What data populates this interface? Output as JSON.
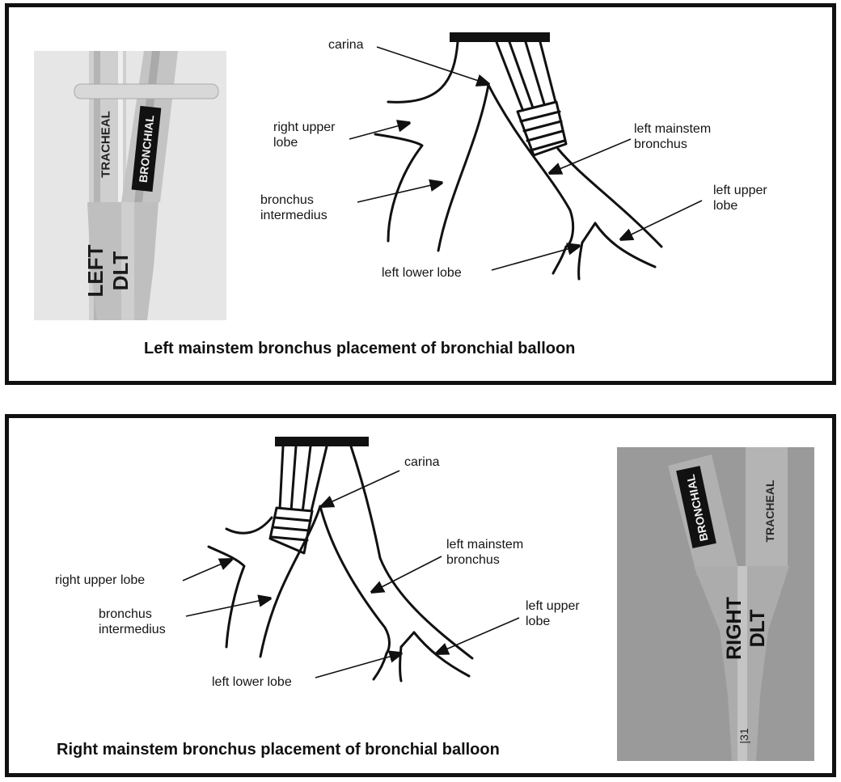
{
  "top": {
    "caption": "Left mainstem bronchus placement of bronchial balloon",
    "labels": {
      "carina": "carina",
      "right_upper_lobe": "right upper\nlobe",
      "bronchus_intermedius": "bronchus\nintermedius",
      "left_mainstem_bronchus": "left mainstem\nbronchus",
      "left_upper_lobe": "left upper\nlobe",
      "left_lower_lobe": "left lower lobe"
    },
    "photo": {
      "tracheal": "TRACHEAL",
      "bronchial": "BRONCHIAL",
      "tube_name": "LEFT DLT"
    }
  },
  "bottom": {
    "caption": "Right mainstem bronchus placement of bronchial balloon",
    "labels": {
      "carina": "carina",
      "right_upper_lobe": "right upper lobe",
      "bronchus_intermedius": "bronchus\nintermedius",
      "left_mainstem_bronchus": "left mainstem\nbronchus",
      "left_upper_lobe": "left upper\nlobe",
      "left_lower_lobe": "left lower lobe"
    },
    "photo": {
      "tracheal": "TRACHEAL",
      "bronchial": "BRONCHIAL",
      "tube_name": "RIGHT DLT",
      "size_mark": "|31"
    }
  }
}
